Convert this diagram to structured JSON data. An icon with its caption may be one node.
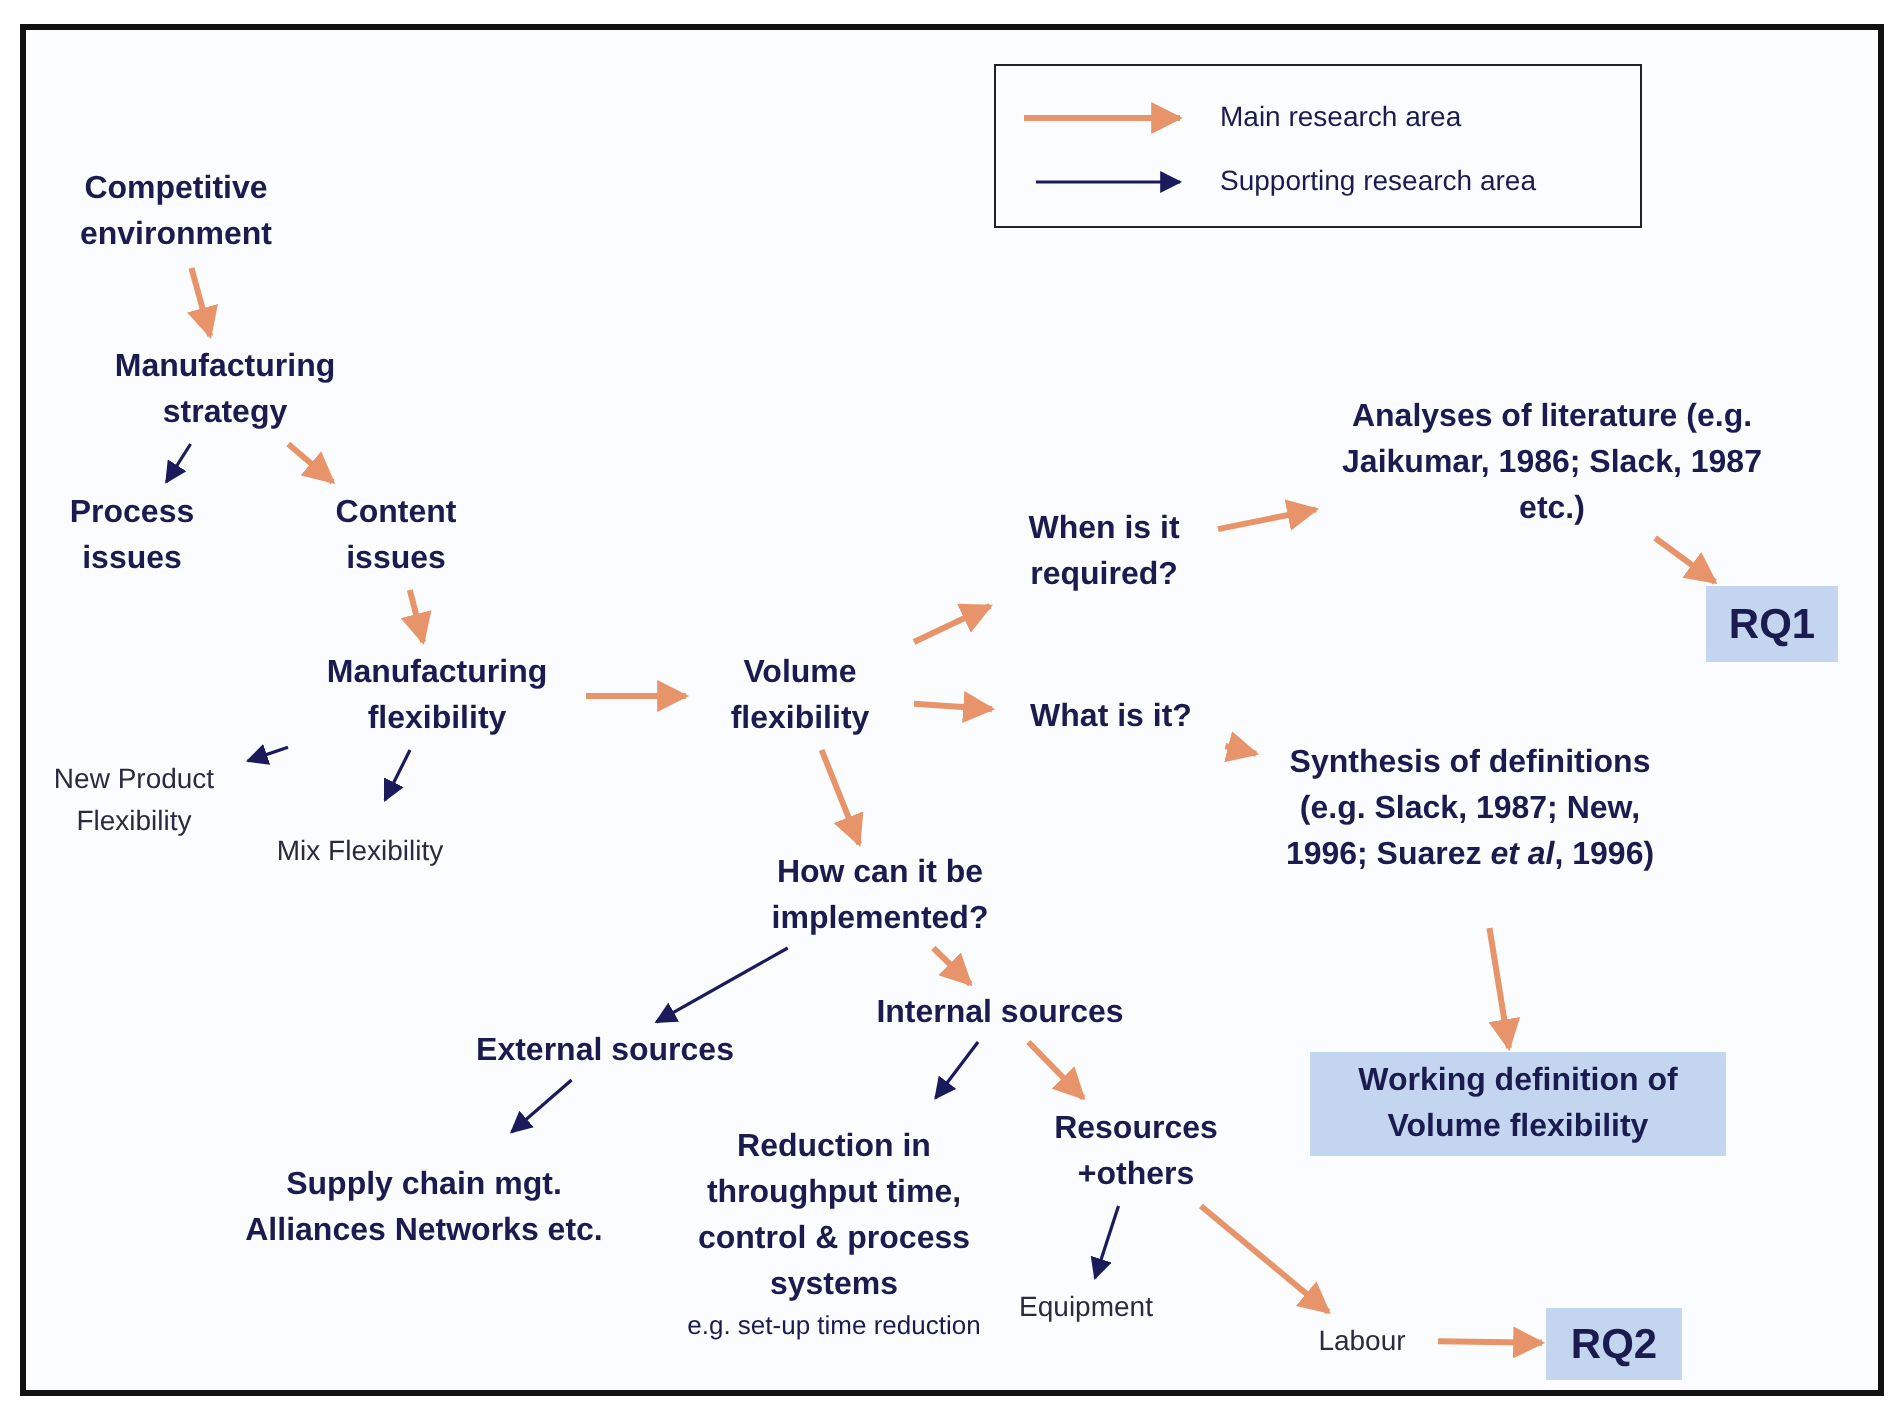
{
  "diagram": {
    "nodes": [
      {
        "text": [
          "Competitive environment"
        ]
      },
      {
        "text": [
          "Manufacturing strategy"
        ]
      },
      {
        "text": [
          "Process issues"
        ]
      },
      {
        "text": [
          "Content issues"
        ]
      },
      {
        "text": [
          "Manufacturing flexibility"
        ]
      },
      {
        "text": [
          "New Product Flexibility"
        ]
      },
      {
        "text": [
          "Mix Flexibility"
        ]
      },
      {
        "text": [
          "Volume flexibility"
        ]
      },
      {
        "text": [
          "When is it required?"
        ]
      },
      {
        "text": [
          "Analyses of literature (e.g. Jaikumar, 1986; Slack, 1987 etc.)"
        ]
      },
      {
        "text": [
          "RQ1"
        ]
      },
      {
        "text": [
          "What is it?"
        ]
      },
      {
        "text": [
          "Synthesis of definitions (e.g. Slack, 1987; New, 1996; Suarez *et al*, 1996)"
        ]
      },
      {
        "text": [
          "How can it be implemented?"
        ]
      },
      {
        "text": [
          "Working definition of Volume flexibility"
        ]
      },
      {
        "text": [
          "External sources"
        ]
      },
      {
        "text": [
          "Internal sources"
        ]
      },
      {
        "text": [
          "Supply chain mgt. Alliances Networks etc."
        ]
      },
      {
        "text": [
          "Reduction in throughput time, control & process systems",
          "e.g. set-up time reduction"
        ]
      },
      {
        "text": [
          "Resources +others"
        ]
      },
      {
        "text": [
          "Equipment"
        ]
      },
      {
        "text": [
          "Labour"
        ]
      },
      {
        "text": [
          "RQ2"
        ]
      }
    ],
    "edges": [
      {
        "from": 0,
        "to": 1,
        "arrow": "to"
      },
      {
        "from": 1,
        "to": 2,
        "arrow": "to",
        "color": "#1b1b5c"
      },
      {
        "from": 1,
        "to": 3,
        "arrow": "to"
      },
      {
        "from": 3,
        "to": 4,
        "arrow": "to"
      },
      {
        "from": 4,
        "to": 5,
        "arrow": "to",
        "color": "#1b1b5c"
      },
      {
        "from": 4,
        "to": 6,
        "arrow": "to",
        "color": "#1b1b5c"
      },
      {
        "from": 4,
        "to": 7,
        "arrow": "to"
      },
      {
        "from": 7,
        "to": 8,
        "arrow": "to"
      },
      {
        "from": 8,
        "to": 9,
        "arrow": "to"
      },
      {
        "from": 9,
        "to": 10,
        "arrow": "to"
      },
      {
        "from": 7,
        "to": 11,
        "arrow": "to"
      },
      {
        "from": 11,
        "to": 12,
        "arrow": "to"
      },
      {
        "from": 12,
        "to": 14,
        "arrow": "to"
      },
      {
        "from": 7,
        "to": 13,
        "arrow": "to"
      },
      {
        "from": 13,
        "to": 15,
        "arrow": "to",
        "color": "#1b1b5c"
      },
      {
        "from": 13,
        "to": 16,
        "arrow": "to"
      },
      {
        "from": 15,
        "to": 17,
        "arrow": "to",
        "color": "#1b1b5c"
      },
      {
        "from": 16,
        "to": 18,
        "arrow": "to",
        "color": "#1b1b5c"
      },
      {
        "from": 16,
        "to": 19,
        "arrow": "to"
      },
      {
        "from": 19,
        "to": 20,
        "arrow": "to",
        "color": "#1b1b5c"
      },
      {
        "from": 19,
        "to": 21,
        "arrow": "to"
      },
      {
        "from": 21,
        "to": 22,
        "arrow": "to"
      }
    ],
    "legend": [
      {
        "text": "Main research area"
      },
      {
        "text": "Supporting research area"
      }
    ]
  }
}
